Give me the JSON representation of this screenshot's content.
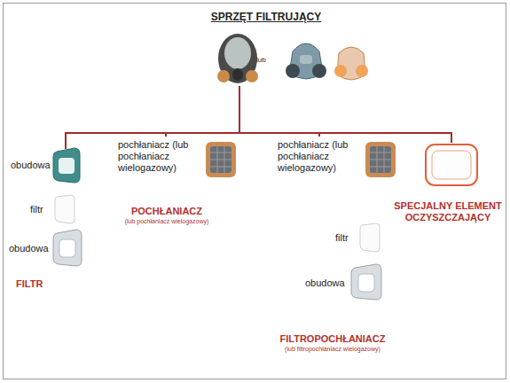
{
  "diagram": {
    "title": "SPRZĘT FILTRUJĄCY",
    "labels": [
      "lub",
      "obudowa",
      "filtr",
      "obudowa",
      "FILTR",
      "pochłaniacz (lub pochłaniacz wielogazowy)",
      "POCHŁANIACZ",
      "(lub pochłaniacz wielogazowy)",
      "pochłaniacz (lub pochłaniacz wielogazowy)",
      "filtr",
      "obudowa",
      "FILTROPOCHŁANIACZ",
      "(lub filtropochłaniacz wielogazowy)",
      "SPECJALNY ELEMENT OCZYSZCZAJĄCY"
    ]
  }
}
